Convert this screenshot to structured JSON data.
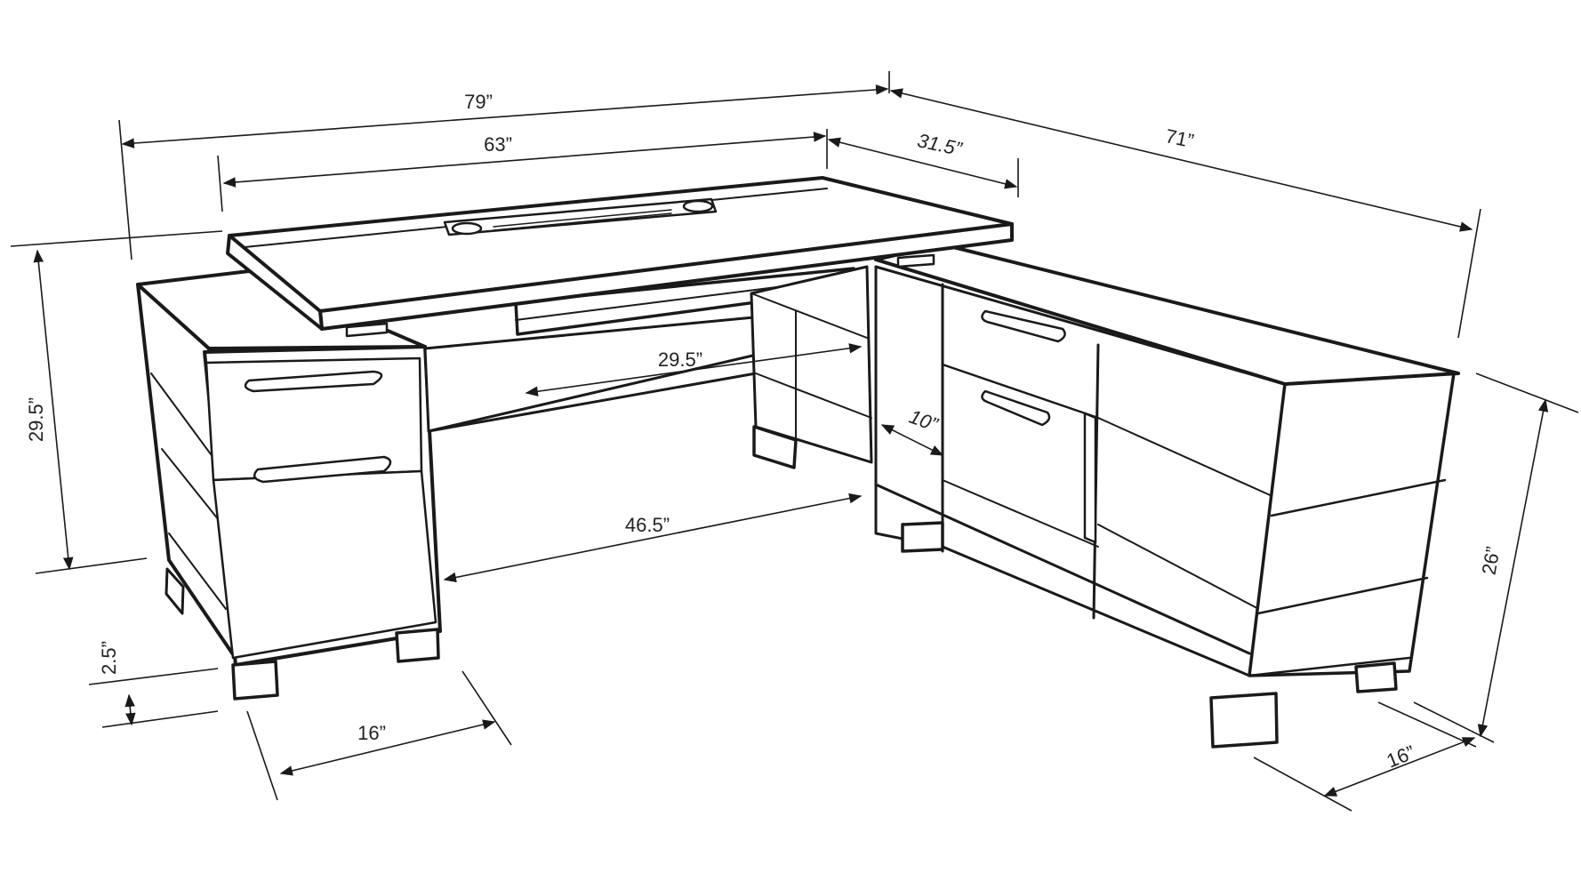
{
  "colors": {
    "line": "#1a1a1a",
    "background": "#ffffff"
  },
  "dimensions": {
    "overall_width": "79”",
    "desk_width": "63”",
    "return_top_depth": "31.5”",
    "return_length": "71”",
    "keyboard_tray_width": "29.5”",
    "knee_depth": "10”",
    "knee_width": "46.5”",
    "desk_height": "29.5”",
    "base_height": "2.5”",
    "pedestal_depth": "16”",
    "credenza_height": "26”",
    "credenza_depth": "16”"
  }
}
